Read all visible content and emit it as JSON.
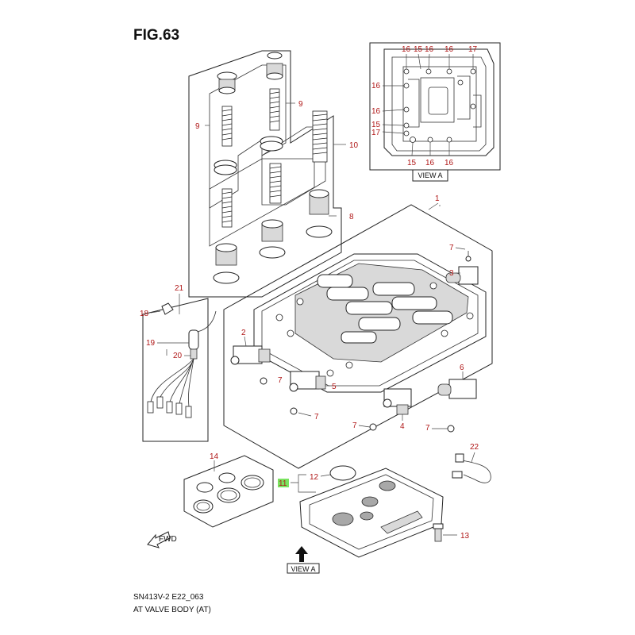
{
  "figure": {
    "title": "FIG.63"
  },
  "captions": {
    "code": "SN413V-2 E22_063",
    "name": "AT VALVE BODY (AT)"
  },
  "view_labels": {
    "top": "VIEW A",
    "bottom": "VIEW A"
  },
  "fwd_label": "FWD",
  "callouts": {
    "c1": "1",
    "c2": "2",
    "c3": "3",
    "c4": "4",
    "c5": "5",
    "c6": "6",
    "c7a": "7",
    "c7b": "7",
    "c7c": "7",
    "c7d": "7",
    "c7e": "7",
    "c8": "8",
    "c9a": "9",
    "c9b": "9",
    "c10": "10",
    "c11": "11",
    "c12": "12",
    "c13": "13",
    "c14": "14",
    "c18": "18",
    "c19": "19",
    "c20": "20",
    "c21": "21",
    "c22": "22",
    "v16a": "16",
    "v15a": "15",
    "v16b": "16",
    "v16c": "16",
    "v17a": "17",
    "v16d": "16",
    "v16e": "16",
    "v15b": "15",
    "v17b": "17",
    "v15c": "15",
    "v16f": "16",
    "v16g": "16"
  },
  "highlight_color": "#79e35f",
  "callout_color": "#b01818"
}
